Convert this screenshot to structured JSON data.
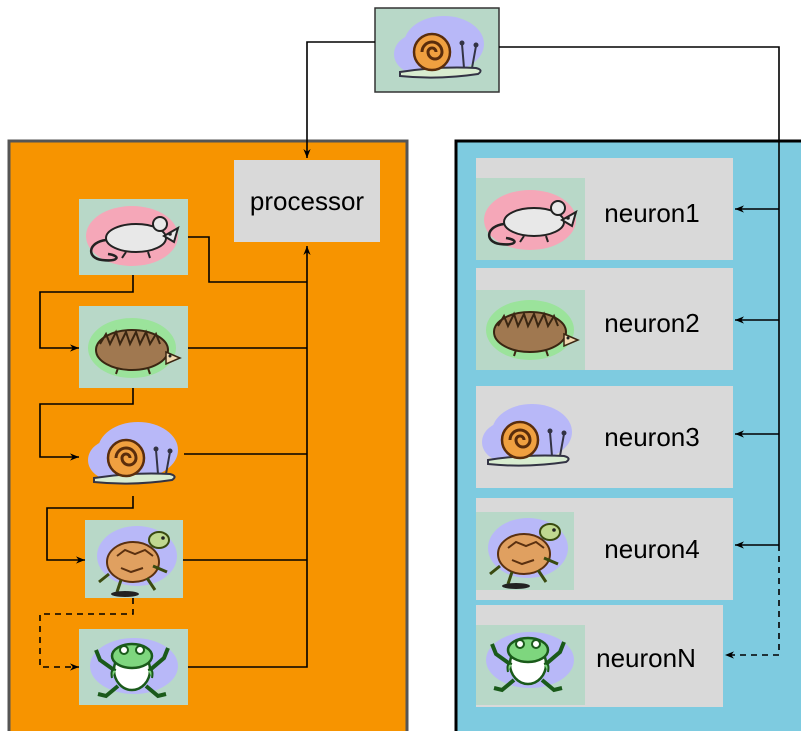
{
  "processor": {
    "label": "processor"
  },
  "neurons": [
    {
      "label": "neuron1",
      "animal": "mouse-icon"
    },
    {
      "label": "neuron2",
      "animal": "hedgehog-icon"
    },
    {
      "label": "neuron3",
      "animal": "snail-icon"
    },
    {
      "label": "neuron4",
      "animal": "turtle-icon"
    },
    {
      "label": "neuronN",
      "animal": "frog-icon"
    }
  ],
  "colors": {
    "left_panel": "#f79400",
    "right_panel": "#7ecbe0",
    "box_fill": "#d9d9d9",
    "icon_bg": "#b8d8c8",
    "frame_border": "#555555"
  }
}
